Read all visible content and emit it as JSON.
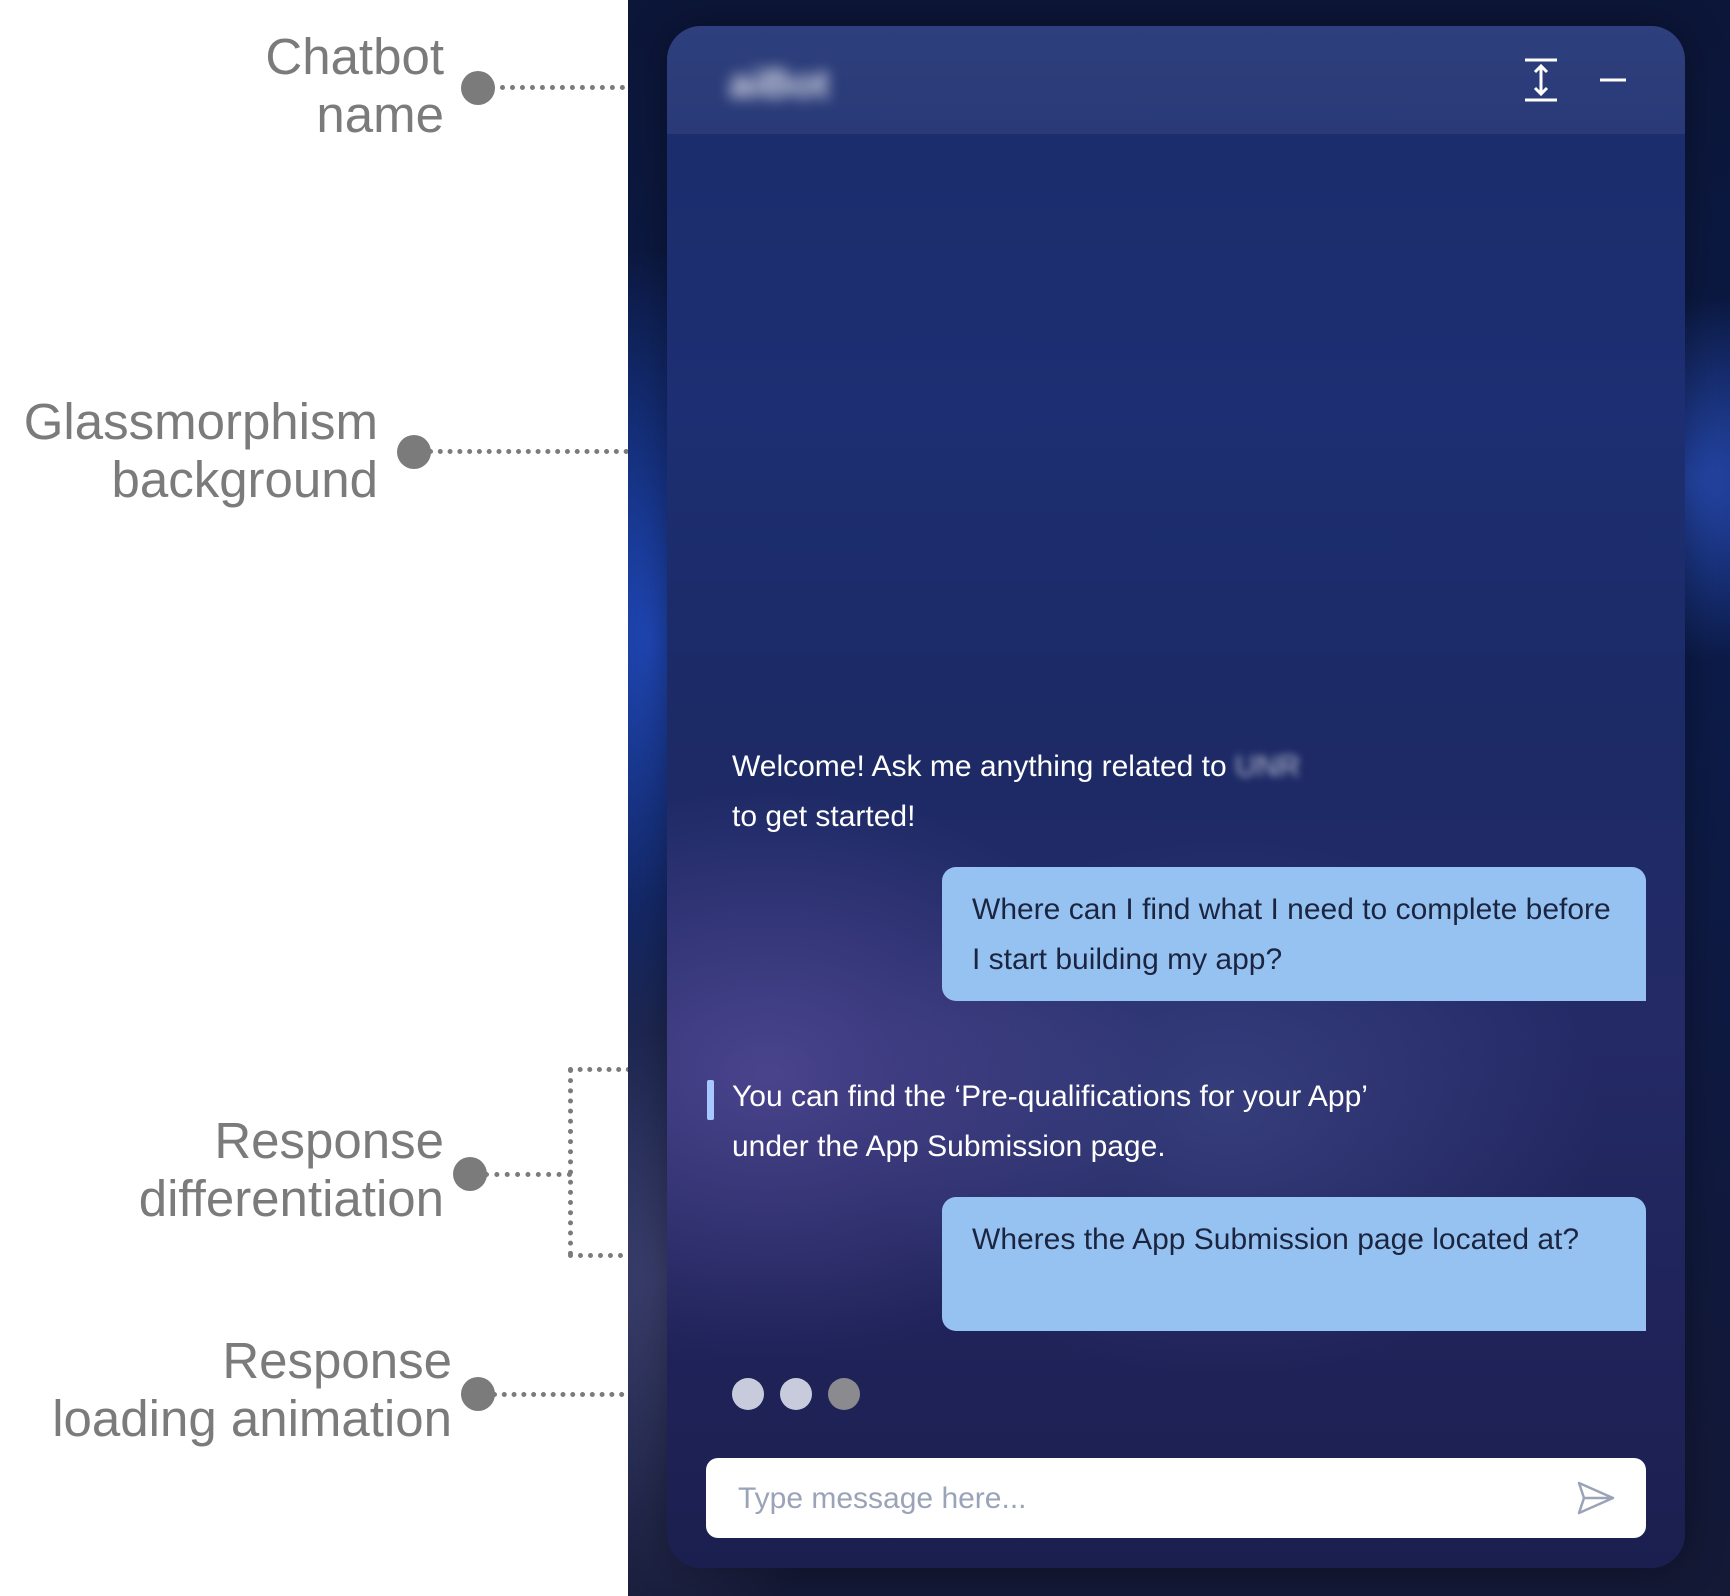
{
  "annotations": [
    {
      "id": "chatbot-name",
      "lines": [
        "Chatbot",
        "name"
      ]
    },
    {
      "id": "glassmorphism-background",
      "lines": [
        "Glassmorphism",
        "background"
      ]
    },
    {
      "id": "response-differentiation",
      "lines": [
        "Response",
        "differentiation"
      ]
    },
    {
      "id": "response-loading-animation",
      "lines": [
        "Response",
        "loading animation"
      ]
    }
  ],
  "chat": {
    "header": {
      "bot_name": "aiBot",
      "expand_icon": "expand-vertical-icon",
      "minimize_icon": "minimize-icon"
    },
    "messages": [
      {
        "from": "bot",
        "text_before": "Welcome! Ask me anything related to",
        "blurred": "UNR",
        "text_after": "to get started!"
      },
      {
        "from": "user",
        "text": "Where can I find what I need to complete before I start building my app?"
      },
      {
        "from": "bot",
        "text": "You can find the ‘Pre-qualifications for your App’ under the App Submission page."
      },
      {
        "from": "user",
        "text": "Wheres the App Submission page located at?"
      }
    ],
    "typing_indicator": {
      "dot_colors": [
        "#c7cbdc",
        "#c7cbdc",
        "#8a8a8f"
      ]
    },
    "composer": {
      "value": "",
      "placeholder": "Type message here...",
      "send_icon": "send-icon"
    }
  },
  "colors": {
    "annotation": "#7b7b7b",
    "user_bubble": "#96c2f2",
    "response_marker": "#a7c8ff"
  }
}
